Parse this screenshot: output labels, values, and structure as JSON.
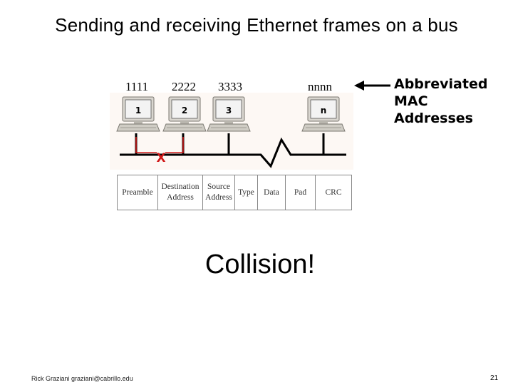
{
  "slide": {
    "title": "Sending and receiving Ethernet frames on a bus",
    "collision_text": "Collision!",
    "footer_author": "Rick Graziani graziani@cabrillo.edu",
    "page_number": "21"
  },
  "diagram": {
    "addresses": [
      "1111",
      "2222",
      "3333",
      "nnnn"
    ],
    "computers": [
      "1",
      "2",
      "3",
      "n"
    ],
    "collision_mark": "X",
    "mac_note_lines": [
      "Abbreviated",
      "MAC",
      "Addresses"
    ],
    "frame_fields": [
      [
        "Preamble"
      ],
      [
        "Destination",
        "Address"
      ],
      [
        "Source",
        "Address"
      ],
      [
        "Type"
      ],
      [
        "Data"
      ],
      [
        "Pad"
      ],
      [
        "CRC"
      ]
    ]
  }
}
